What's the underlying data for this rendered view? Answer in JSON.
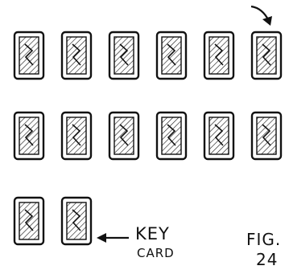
{
  "figure": {
    "rows": [
      {
        "row": 1,
        "cards": 6,
        "arrow_on_card": 6
      },
      {
        "row": 2,
        "cards": 6
      },
      {
        "row": 3,
        "cards": 2
      }
    ],
    "key_card_label_line1": "KEY",
    "key_card_label_line2": "CARD",
    "fig_label_line1": "FIG.",
    "fig_label_line2": "24",
    "colors": {
      "ink": "#111111",
      "paper": "#ffffff"
    }
  }
}
